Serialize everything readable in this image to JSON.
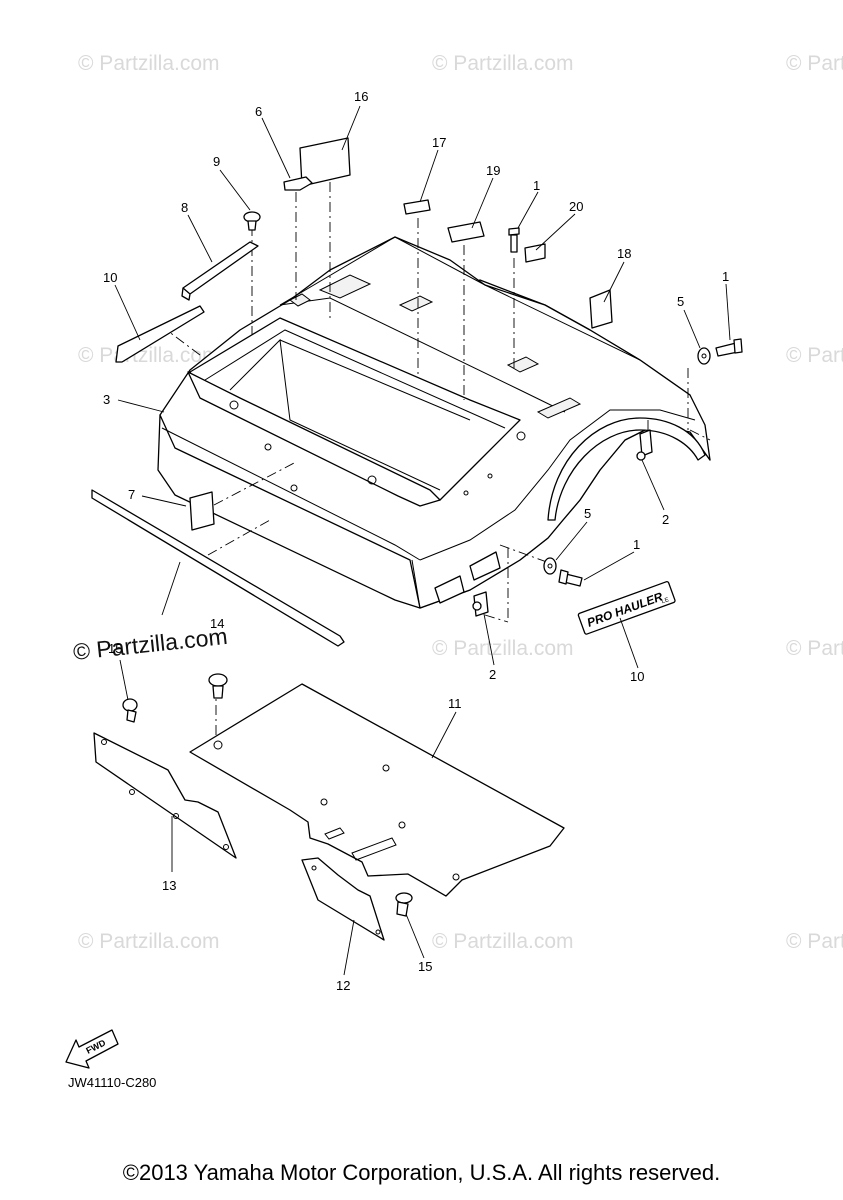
{
  "watermark": "© Partzilla.com",
  "callouts": {
    "c16": "16",
    "c6": "6",
    "c17": "17",
    "c19": "19",
    "c9": "9",
    "c1_top": "1",
    "c20": "20",
    "c8": "8",
    "c18": "18",
    "c10_left": "10",
    "c1_right": "1",
    "c5_right": "5",
    "c3": "3",
    "c7": "7",
    "c2_right": "2",
    "c5_mid": "5",
    "c1_mid": "1",
    "c2_mid": "2",
    "c10_badge": "10",
    "c15_top": "15",
    "c14": "14",
    "c11": "11",
    "c13": "13",
    "c12": "12",
    "c15_bottom": "15"
  },
  "badge_text": "PRO HAULER",
  "badge_sub": "LE",
  "fwd_label": "FWD",
  "diagram_code": "JW41110-C280",
  "copyright": "©2013 Yamaha Motor Corporation, U.S.A. All rights reserved."
}
